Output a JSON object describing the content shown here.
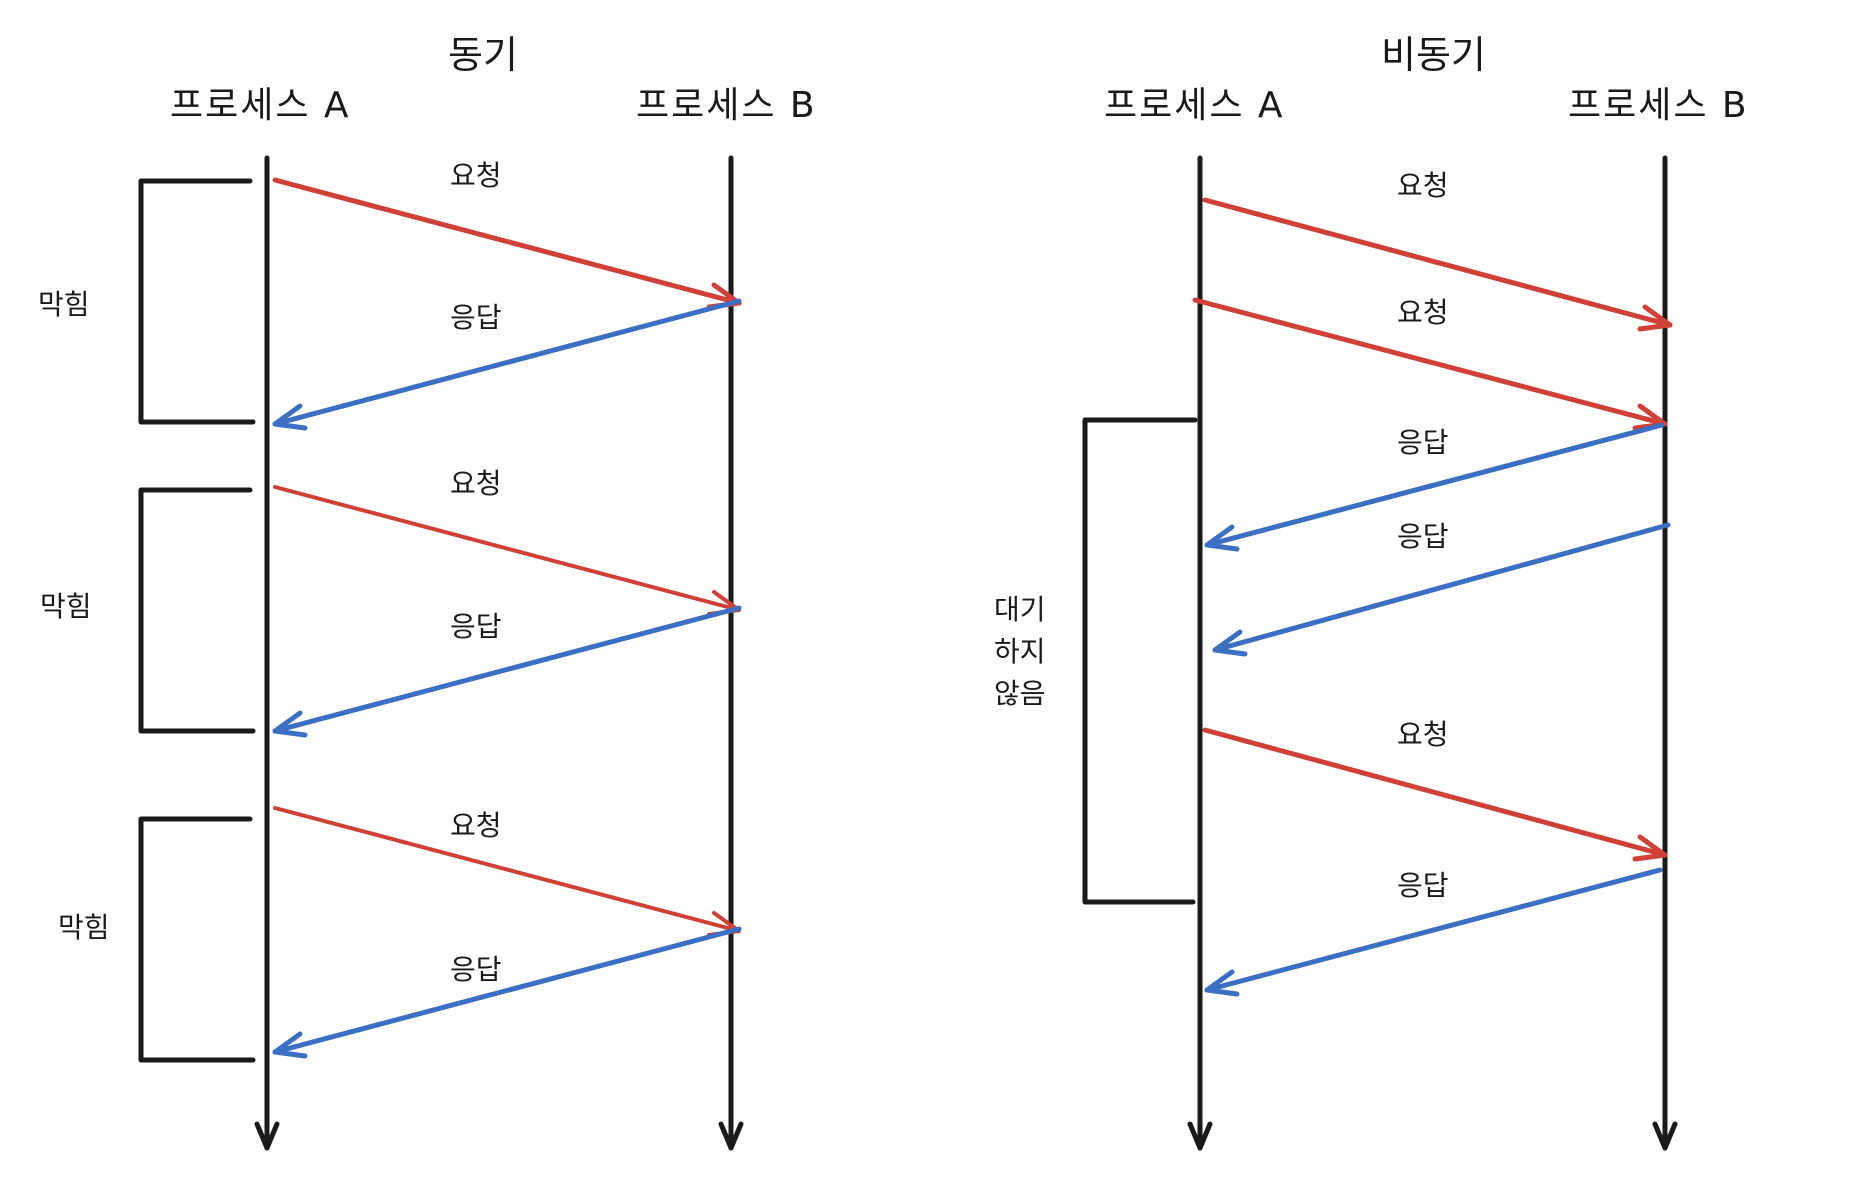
{
  "colors": {
    "request": "#d04036",
    "response": "#3a6fc4",
    "line": "#1a1a1a"
  },
  "sync": {
    "title": "동기",
    "process_a": "프로세스 A",
    "process_b": "프로세스 B",
    "messages": [
      "요청",
      "응답",
      "요청",
      "응답",
      "요청",
      "응답"
    ],
    "blocked": [
      "막힘",
      "막힘",
      "막힘"
    ]
  },
  "async": {
    "title": "비동기",
    "process_a": "프로세스 A",
    "process_b": "프로세스 B",
    "messages": [
      "요청",
      "요청",
      "응답",
      "응답",
      "요청",
      "응답"
    ],
    "not_waiting": [
      "대기",
      "하지",
      "않음"
    ]
  }
}
